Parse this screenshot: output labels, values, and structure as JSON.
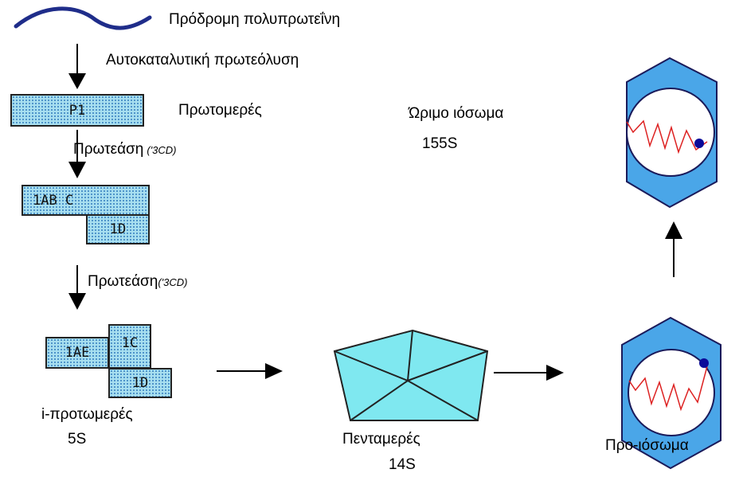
{
  "labels": {
    "precursor": "Πρόδρομη  πολυπρωτεΐνη",
    "autocatalytic": "Αυτοκαταλυτική πρωτεόλυση",
    "protomer": "Πρωτομερές",
    "protease1": "Πρωτεάση",
    "protease1_tag": "('3CD)",
    "protease2": "Πρωτεάση",
    "protease2_tag": "('3CD)",
    "iprotomer": "i-προτωμερές",
    "iprotomer_s": "5S",
    "pentamer": "Πενταμερές",
    "pentamer_s": "14S",
    "provirion": "Προ-ιόσωμα",
    "mature": "Ώριμο ιόσωμα",
    "mature_s": "155S"
  },
  "boxes": {
    "p1": "P1",
    "ab_c": "1AB  C",
    "d1": "1D",
    "ae": "1AE",
    "c1": "1C",
    "d2": "1D"
  },
  "colors": {
    "wave": "#1f2d8a",
    "box_fill": "#a8dff0",
    "pentagon": "#7fe8f0",
    "hex_fill": "#4aa6e8",
    "rna": "#dd2222",
    "dot": "#0a0a99"
  }
}
